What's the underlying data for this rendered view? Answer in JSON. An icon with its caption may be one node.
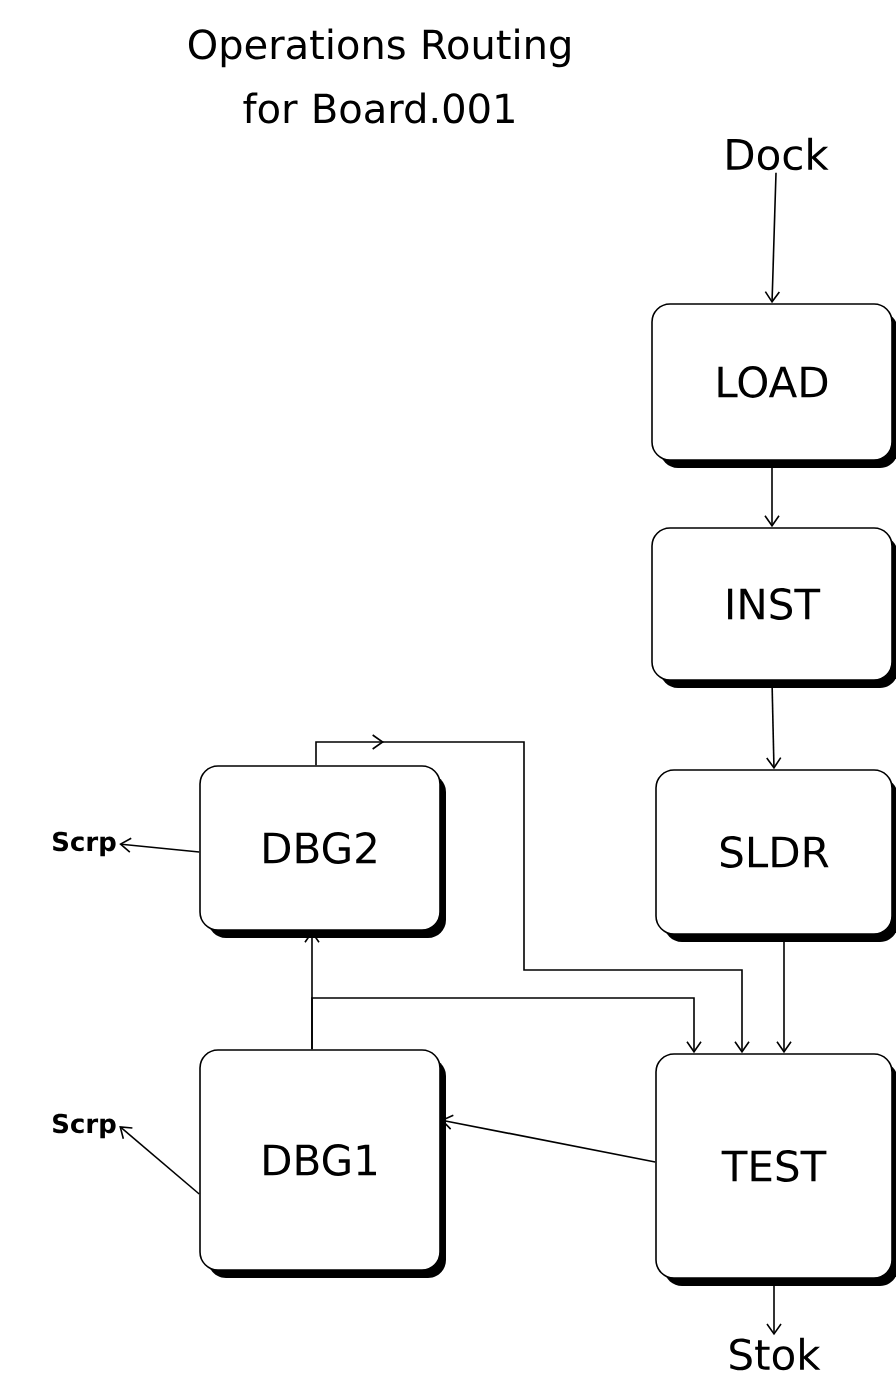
{
  "diagram": {
    "title": "Operations Routing for Board.001",
    "nodes": [
      {
        "text": [
          "Dock"
        ]
      },
      {
        "text": [
          "LOAD"
        ]
      },
      {
        "text": [
          "INST"
        ]
      },
      {
        "text": [
          "Scrp"
        ]
      },
      {
        "text": [
          "DBG2"
        ]
      },
      {
        "text": [
          "SLDR"
        ]
      },
      {
        "text": [
          "Scrp"
        ]
      },
      {
        "text": [
          "DBG1"
        ]
      },
      {
        "text": [
          "TEST"
        ]
      },
      {
        "text": [
          "Stok"
        ]
      }
    ],
    "edges": [
      {
        "from": 0,
        "to": 1,
        "arrow": "to"
      },
      {
        "from": 1,
        "to": 2,
        "arrow": "to"
      },
      {
        "from": 2,
        "to": 5,
        "arrow": "to"
      },
      {
        "from": 5,
        "to": 8,
        "arrow": "to"
      },
      {
        "from": 8,
        "to": 7,
        "arrow": "to"
      },
      {
        "from": 7,
        "to": 4,
        "arrow": "to"
      },
      {
        "from": 7,
        "to": 8,
        "arrow": "to"
      },
      {
        "from": 4,
        "to": 8,
        "arrow": "to"
      },
      {
        "from": 4,
        "to": 3,
        "arrow": "to"
      },
      {
        "from": 7,
        "to": 6,
        "arrow": "to"
      },
      {
        "from": 8,
        "to": 9,
        "arrow": "to"
      }
    ]
  }
}
